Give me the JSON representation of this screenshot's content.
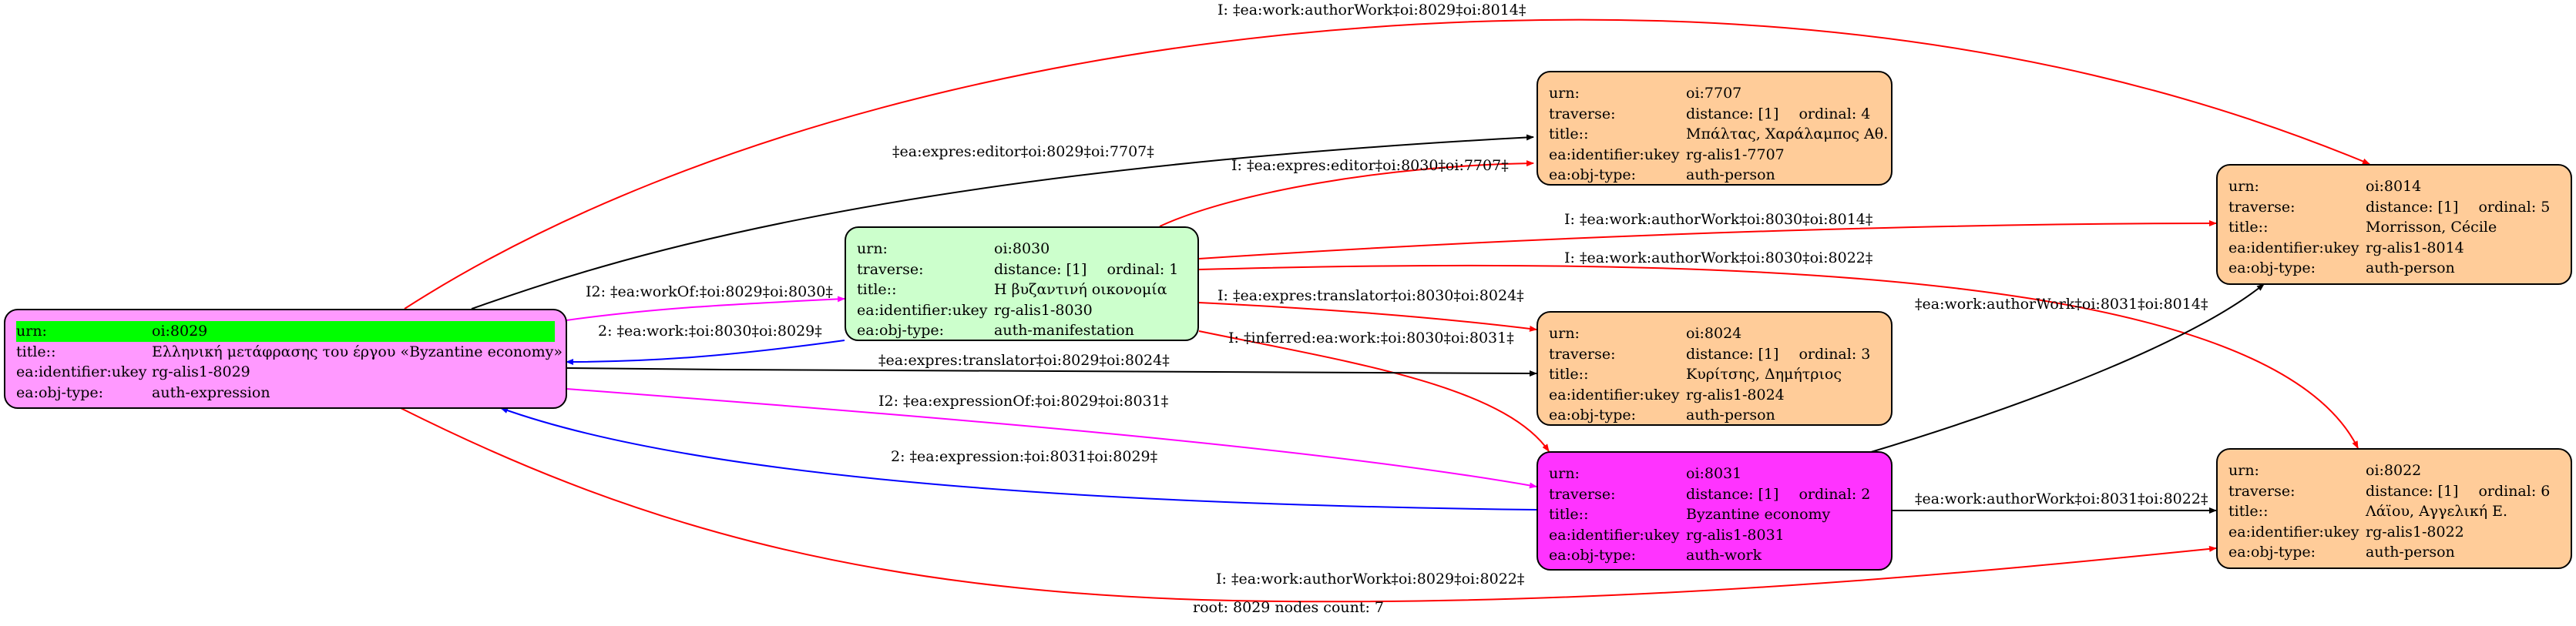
{
  "colors": {
    "root_fill": "#ff99ff",
    "manifestation_fill": "#ccffcc",
    "work_fill": "#ff33ff",
    "person_fill": "#ffcc99",
    "urn_highlight": "#00ff00",
    "edge_black": "#000000",
    "edge_red": "#ff0000",
    "edge_blue": "#0000ff",
    "edge_magenta": "#ff00ff"
  },
  "row_keys": {
    "urn": "urn:",
    "traverse": "traverse:",
    "title": "title::",
    "ukey": "ea:identifier:ukey",
    "objtype": "ea:obj-type:"
  },
  "nodes": {
    "n8029": {
      "urn": "oi:8029",
      "title": "Ελληνική μετάφρασης του έργου «Byzantine economy»",
      "ukey": "rg-alis1-8029",
      "objtype": "auth-expression"
    },
    "n8030": {
      "urn": "oi:8030",
      "distance": "distance: [1]",
      "ordinal": "ordinal: 1",
      "title": "Η βυζαντινή οικονομία",
      "ukey": "rg-alis1-8030",
      "objtype": "auth-manifestation"
    },
    "n7707": {
      "urn": "oi:7707",
      "distance": "distance: [1]",
      "ordinal": "ordinal: 4",
      "title": "Μπάλτας, Χαράλαμπος Αθ.",
      "ukey": "rg-alis1-7707",
      "objtype": "auth-person"
    },
    "n8024": {
      "urn": "oi:8024",
      "distance": "distance: [1]",
      "ordinal": "ordinal: 3",
      "title": "Κυρίτσης, Δημήτριος",
      "ukey": "rg-alis1-8024",
      "objtype": "auth-person"
    },
    "n8031": {
      "urn": "oi:8031",
      "distance": "distance: [1]",
      "ordinal": "ordinal: 2",
      "title": "Byzantine economy",
      "ukey": "rg-alis1-8031",
      "objtype": "auth-work"
    },
    "n8014": {
      "urn": "oi:8014",
      "distance": "distance: [1]",
      "ordinal": "ordinal: 5",
      "title": "Morrisson, Cécile",
      "ukey": "rg-alis1-8014",
      "objtype": "auth-person"
    },
    "n8022": {
      "urn": "oi:8022",
      "distance": "distance: [1]",
      "ordinal": "ordinal: 6",
      "title": "Λάϊου, Αγγελική Ε.",
      "ukey": "rg-alis1-8022",
      "objtype": "auth-person"
    }
  },
  "edges": [
    {
      "id": "e1",
      "from": "n8029",
      "to": "n8014",
      "color": "red",
      "label": "I: ‡ea:work:authorWork‡oi:8029‡oi:8014‡"
    },
    {
      "id": "e2",
      "from": "n8029",
      "to": "n7707",
      "color": "black",
      "label": "‡ea:expres:editor‡oi:8029‡oi:7707‡"
    },
    {
      "id": "e3",
      "from": "n8030",
      "to": "n7707",
      "color": "red",
      "label": "I: ‡ea:expres:editor‡oi:8030‡oi:7707‡"
    },
    {
      "id": "e4",
      "from": "n8030",
      "to": "n8014",
      "color": "red",
      "label": "I: ‡ea:work:authorWork‡oi:8030‡oi:8014‡"
    },
    {
      "id": "e5",
      "from": "n8030",
      "to": "n8022",
      "color": "red",
      "label": "I: ‡ea:work:authorWork‡oi:8030‡oi:8022‡"
    },
    {
      "id": "e6",
      "from": "n8029",
      "to": "n8030",
      "color": "magenta",
      "label": "I2: ‡ea:workOf:‡oi:8029‡oi:8030‡"
    },
    {
      "id": "e7",
      "from": "n8030",
      "to": "n8029",
      "color": "blue",
      "label": "2: ‡ea:work:‡oi:8030‡oi:8029‡"
    },
    {
      "id": "e8",
      "from": "n8030",
      "to": "n8024",
      "color": "red",
      "label": "I: ‡ea:expres:translator‡oi:8030‡oi:8024‡"
    },
    {
      "id": "e9",
      "from": "n8030",
      "to": "n8031",
      "color": "red",
      "label": "I: ‡inferred:ea:work:‡oi:8030‡oi:8031‡"
    },
    {
      "id": "e10",
      "from": "n8029",
      "to": "n8024",
      "color": "black",
      "label": "‡ea:expres:translator‡oi:8029‡oi:8024‡"
    },
    {
      "id": "e11",
      "from": "n8029",
      "to": "n8031",
      "color": "magenta",
      "label": "I2: ‡ea:expressionOf:‡oi:8029‡oi:8031‡"
    },
    {
      "id": "e12",
      "from": "n8031",
      "to": "n8029",
      "color": "blue",
      "label": "2: ‡ea:expression:‡oi:8031‡oi:8029‡"
    },
    {
      "id": "e13",
      "from": "n8031",
      "to": "n8014",
      "color": "black",
      "label": "‡ea:work:authorWork‡oi:8031‡oi:8014‡"
    },
    {
      "id": "e14",
      "from": "n8031",
      "to": "n8022",
      "color": "black",
      "label": "‡ea:work:authorWork‡oi:8031‡oi:8022‡"
    },
    {
      "id": "e15",
      "from": "n8029",
      "to": "n8022",
      "color": "red",
      "label": "I: ‡ea:work:authorWork‡oi:8029‡oi:8022‡"
    }
  ],
  "footer": "root: 8029 nodes count: 7"
}
